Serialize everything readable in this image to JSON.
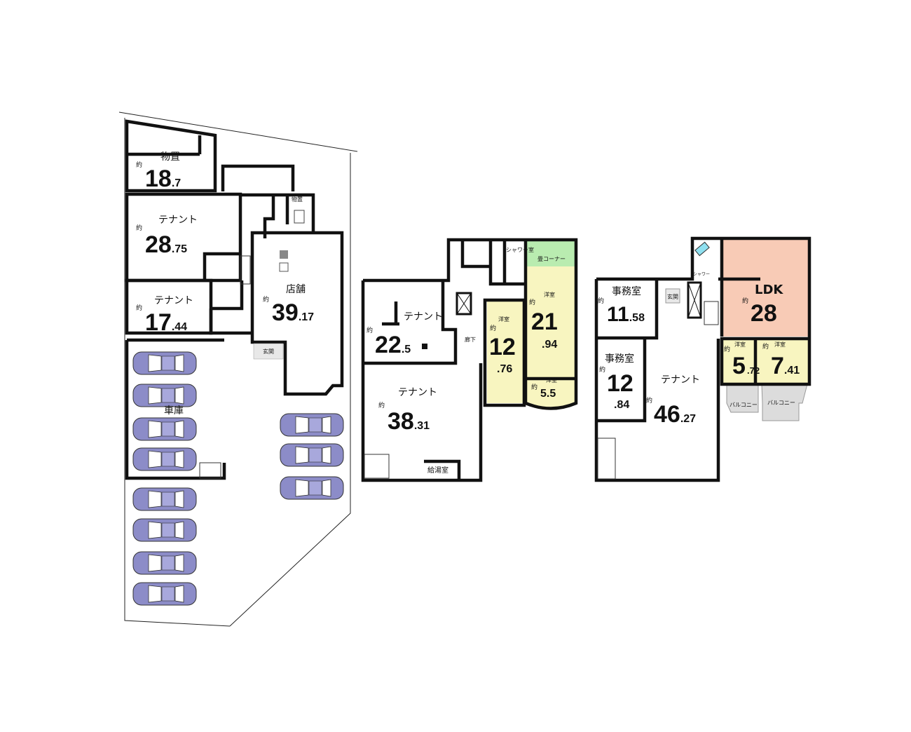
{
  "plan1": {
    "storage": {
      "label": "物置",
      "prefix": "約",
      "int": "18",
      "dec": ".7"
    },
    "tenant_a": {
      "label": "テナント",
      "prefix": "約",
      "int": "28",
      "dec": ".75"
    },
    "tenant_b": {
      "label": "テナント",
      "prefix": "約",
      "int": "17",
      "dec": ".44"
    },
    "shop": {
      "label": "店舗",
      "prefix": "約",
      "int": "39",
      "dec": ".17"
    },
    "garage": {
      "label": "車庫"
    },
    "entrance": {
      "label": "玄関"
    },
    "small_storage": {
      "label": "物置"
    }
  },
  "plan2": {
    "tenant_a": {
      "label": "テナント",
      "prefix": "約",
      "int": "22",
      "dec": ".5"
    },
    "tenant_b": {
      "label": "テナント",
      "prefix": "約",
      "int": "38",
      "dec": ".31"
    },
    "corridor": {
      "label": "廊下"
    },
    "room_a": {
      "label": "洋室",
      "prefix": "約",
      "int": "12",
      "dec": ".76"
    },
    "room_b": {
      "label": "洋室",
      "prefix": "約",
      "int": "21",
      "dec": ".94"
    },
    "room_c": {
      "label": "洋室",
      "prefix": "約",
      "int": "5.5"
    },
    "tatami": {
      "label": "畳コーナー"
    },
    "shower": {
      "label": "シャワー室"
    },
    "kitchenette": {
      "label": "給湯室"
    }
  },
  "plan3": {
    "office_a": {
      "label": "事務室",
      "prefix": "約",
      "int": "11",
      "dec": ".58"
    },
    "office_b": {
      "label": "事務室",
      "prefix": "約",
      "int": "12",
      "dec": ".84"
    },
    "tenant": {
      "label": "テナント",
      "prefix": "約",
      "int": "46",
      "dec": ".27"
    },
    "ldk": {
      "label": "LDK",
      "prefix": "約",
      "int": "28"
    },
    "room_a": {
      "label": "洋室",
      "prefix": "約",
      "int": "5",
      "dec": ".72"
    },
    "room_b": {
      "label": "洋室",
      "prefix": "約",
      "int": "7",
      "dec": ".41"
    },
    "balcony_a": {
      "label": "バルコニー"
    },
    "balcony_b": {
      "label": "バルコニー"
    },
    "entrance": {
      "label": "玄関"
    },
    "shower": {
      "label": "シャワー"
    }
  },
  "colors": {
    "yellow": "#f8f5c0",
    "green": "#b9ecb0",
    "salmon": "#f8cbb6",
    "car": "#8c8cc8",
    "balcony": "#dcdcdc"
  }
}
